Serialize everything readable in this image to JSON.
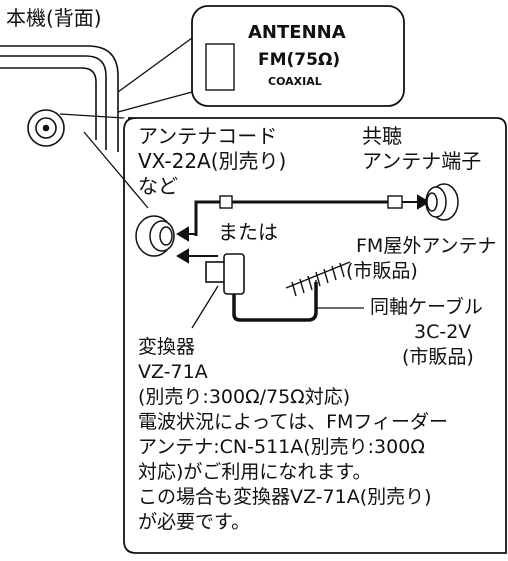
{
  "rear_label": "本機(背面)",
  "panel": {
    "title": "ANTENNA",
    "fm": "FM(75Ω)",
    "coaxial": "COAXIAL"
  },
  "labels": {
    "antenna_cord": "アンテナコード",
    "model": "VX-22A(別売り)",
    "nado": "など",
    "shared": "共聴",
    "terminal": "アンテナ端子",
    "mataha": "または",
    "fm_outdoor": "FM屋外アンテナ",
    "sold_separately": "(市販品)",
    "coax_cable": "同軸ケーブル",
    "coax_spec": "3C-2V",
    "coax_sold": "(市販品)",
    "converter": "変換器",
    "converter_model": "VZ-71A"
  },
  "note": {
    "line1": "(別売り:300Ω/75Ω対応)",
    "line2": "電波状況によっては、FMフィーダー",
    "line3": "アンテナ:CN-511A(別売り:300Ω",
    "line4": "対応)がご利用になれます。",
    "line5": "この場合も変換器VZ-71A(別売り)",
    "line6": "が必要です。"
  }
}
